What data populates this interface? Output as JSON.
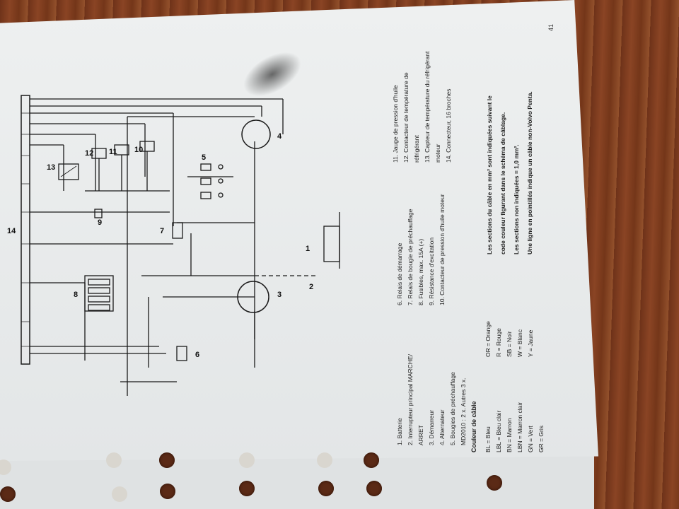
{
  "page_number": "41",
  "diagram": {
    "labels": [
      "1",
      "2",
      "3",
      "4",
      "5",
      "6",
      "7",
      "8",
      "9",
      "10",
      "11",
      "12",
      "13",
      "14"
    ]
  },
  "components_left": [
    "1. Batterie",
    "2. Interrupteur principal MARCHE/",
    "ARRET",
    "3. Démarreur",
    "4. Alternateur",
    "5. Bougies de préchauffage",
    "MD2010 : 2 x. Autres 3 x."
  ],
  "components_mid": [
    "6. Relais de démarrage",
    "7. Relais de bougie de préchauffage",
    "8. Fusibles, max. 15A (+)",
    "9. Résistance d'excitation",
    "10. Contacteur de pression d'huile moteur"
  ],
  "components_right": [
    "11. Jauge de pression d'huile",
    "12. Contacteur de température de",
    "réfrigérant",
    "13. Capteur de température du réfrigérant",
    "moteur",
    "14. Connecteur, 16 broches"
  ],
  "cable_colors": {
    "title": "Couleur de câble",
    "col1": [
      "BL  =  Bleu",
      "LBL =  Bleu clair",
      "BN  =  Marron",
      "LBN =  Marron clair",
      "GN  =  Vert",
      "GR  =  Gris"
    ],
    "col2": [
      "OR  =  Orange",
      "R   =  Rouge",
      "SB  =  Noir",
      "W   =  Blanc",
      "Y   =  Jaune"
    ]
  },
  "notes": [
    "Les sections du câble en mm² sont indiquées suivant le",
    "code couleur figurant dans le schéma de câblage.",
    "Les sections non indiquées = 1,0 mm².",
    "Une ligne en pointillés indique un câble non-Volvo Penta."
  ]
}
